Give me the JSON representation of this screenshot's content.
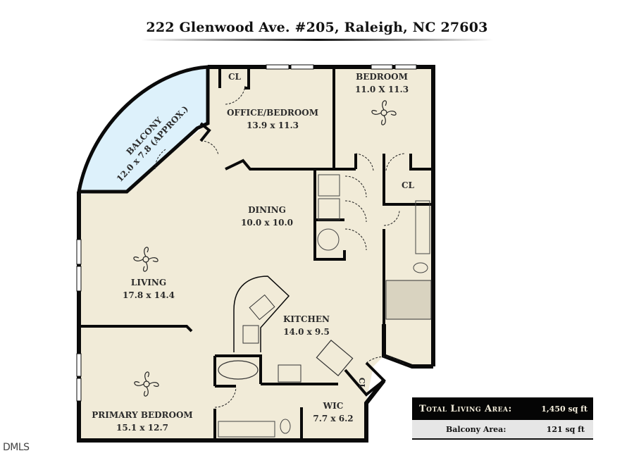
{
  "header": {
    "address": "222 Glenwood Ave. #205, Raleigh, NC 27603"
  },
  "rooms": {
    "balcony": {
      "name": "BALCONY",
      "dims": "12.0 x 7.8 (APPROX.)"
    },
    "office": {
      "name": "OFFICE/BEDROOM",
      "dims": "13.9 x 11.3"
    },
    "office_closet": {
      "name": "CL"
    },
    "bedroom": {
      "name": "BEDROOM",
      "dims": "11.0 X 11.3"
    },
    "bedroom_closet": {
      "name": "CL"
    },
    "dining": {
      "name": "DINING",
      "dims": "10.0 x 10.0"
    },
    "living": {
      "name": "LIVING",
      "dims": "17.8 x 14.4"
    },
    "kitchen": {
      "name": "KITCHEN",
      "dims": "14.0 x 9.5"
    },
    "hall_closet": {
      "name": "CL"
    },
    "primary_bedroom": {
      "name": "PRIMARY BEDROOM",
      "dims": "15.1 x 12.7"
    },
    "wic": {
      "name": "WIC",
      "dims": "7.7 x 6.2"
    }
  },
  "area_summary": {
    "total_label": "Total Living Area:",
    "total_value": "1,450 sq ft",
    "balcony_label": "Balcony Area:",
    "balcony_value": "121 sq ft"
  },
  "watermark": {
    "text": "DMLS"
  },
  "colors": {
    "floor": "#f1ebd8",
    "balcony": "#ddf1fb",
    "wall": "#0a0a0a"
  }
}
